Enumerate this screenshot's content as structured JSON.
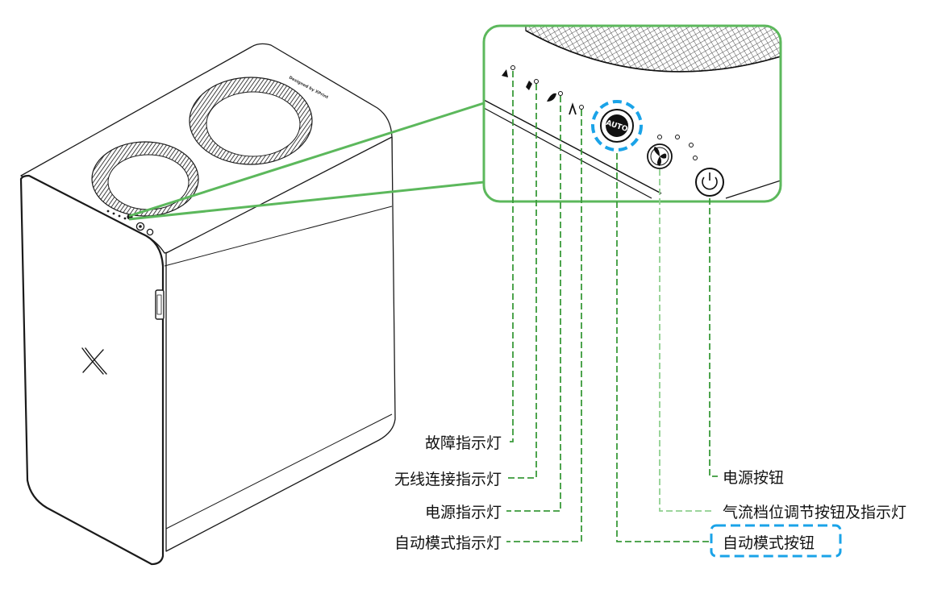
{
  "device": {
    "top_print": "Designed by XPrint",
    "front_logo": "X",
    "auto_button_text": "AUTO"
  },
  "labels": {
    "fault_indicator": "故障指示灯",
    "wifi_indicator": "无线连接指示灯",
    "power_indicator": "电源指示灯",
    "auto_indicator": "自动模式指示灯",
    "power_button": "电源按钮",
    "airflow_button": "气流档位调节按钮及指示灯",
    "auto_button": "自动模式按钮"
  },
  "colors": {
    "callout_green": "#5cb85c",
    "leader_green": "#3a9a3a",
    "highlight_blue": "#1aa3e8",
    "line": "#1a1a1a"
  },
  "icons": [
    "warning-icon",
    "wifi-icon",
    "leaf-icon",
    "auto-a-icon",
    "fan-icon",
    "power-icon",
    "x-logo-icon"
  ]
}
